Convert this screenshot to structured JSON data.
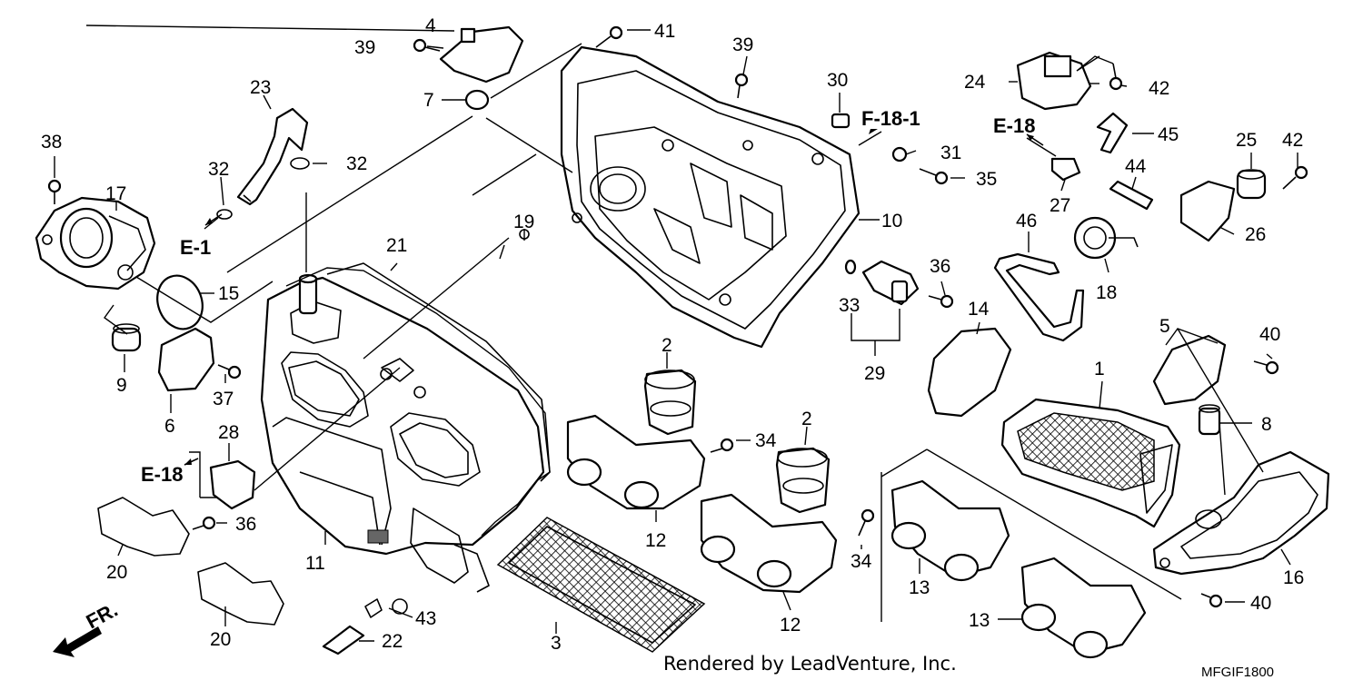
{
  "diagram": {
    "part_labels": {
      "p1": "1",
      "p2a": "2",
      "p2b": "2",
      "p3": "3",
      "p4": "4",
      "p5": "5",
      "p6": "6",
      "p7": "7",
      "p8": "8",
      "p9": "9",
      "p10": "10",
      "p11": "11",
      "p12a": "12",
      "p12b": "12",
      "p13a": "13",
      "p13b": "13",
      "p14": "14",
      "p15": "15",
      "p16": "16",
      "p17": "17",
      "p18": "18",
      "p19": "19",
      "p20a": "20",
      "p20b": "20",
      "p21": "21",
      "p22": "22",
      "p23": "23",
      "p24": "24",
      "p25": "25",
      "p26": "26",
      "p27": "27",
      "p28": "28",
      "p29": "29",
      "p30": "30",
      "p31": "31",
      "p32a": "32",
      "p32b": "32",
      "p33": "33",
      "p34a": "34",
      "p34b": "34",
      "p35": "35",
      "p36a": "36",
      "p36b": "36",
      "p37": "37",
      "p38": "38",
      "p39a": "39",
      "p39b": "39",
      "p40a": "40",
      "p40b": "40",
      "p41": "41",
      "p42a": "42",
      "p42b": "42",
      "p43": "43",
      "p44": "44",
      "p45": "45",
      "p46": "46"
    },
    "refs": {
      "e1": "E-1",
      "e18a": "E-18",
      "e18b": "E-18",
      "f181": "F-18-1"
    },
    "direction_label": "FR.",
    "diagram_code": "MFGIF1800",
    "credit": "Rendered by LeadVenture, Inc."
  }
}
